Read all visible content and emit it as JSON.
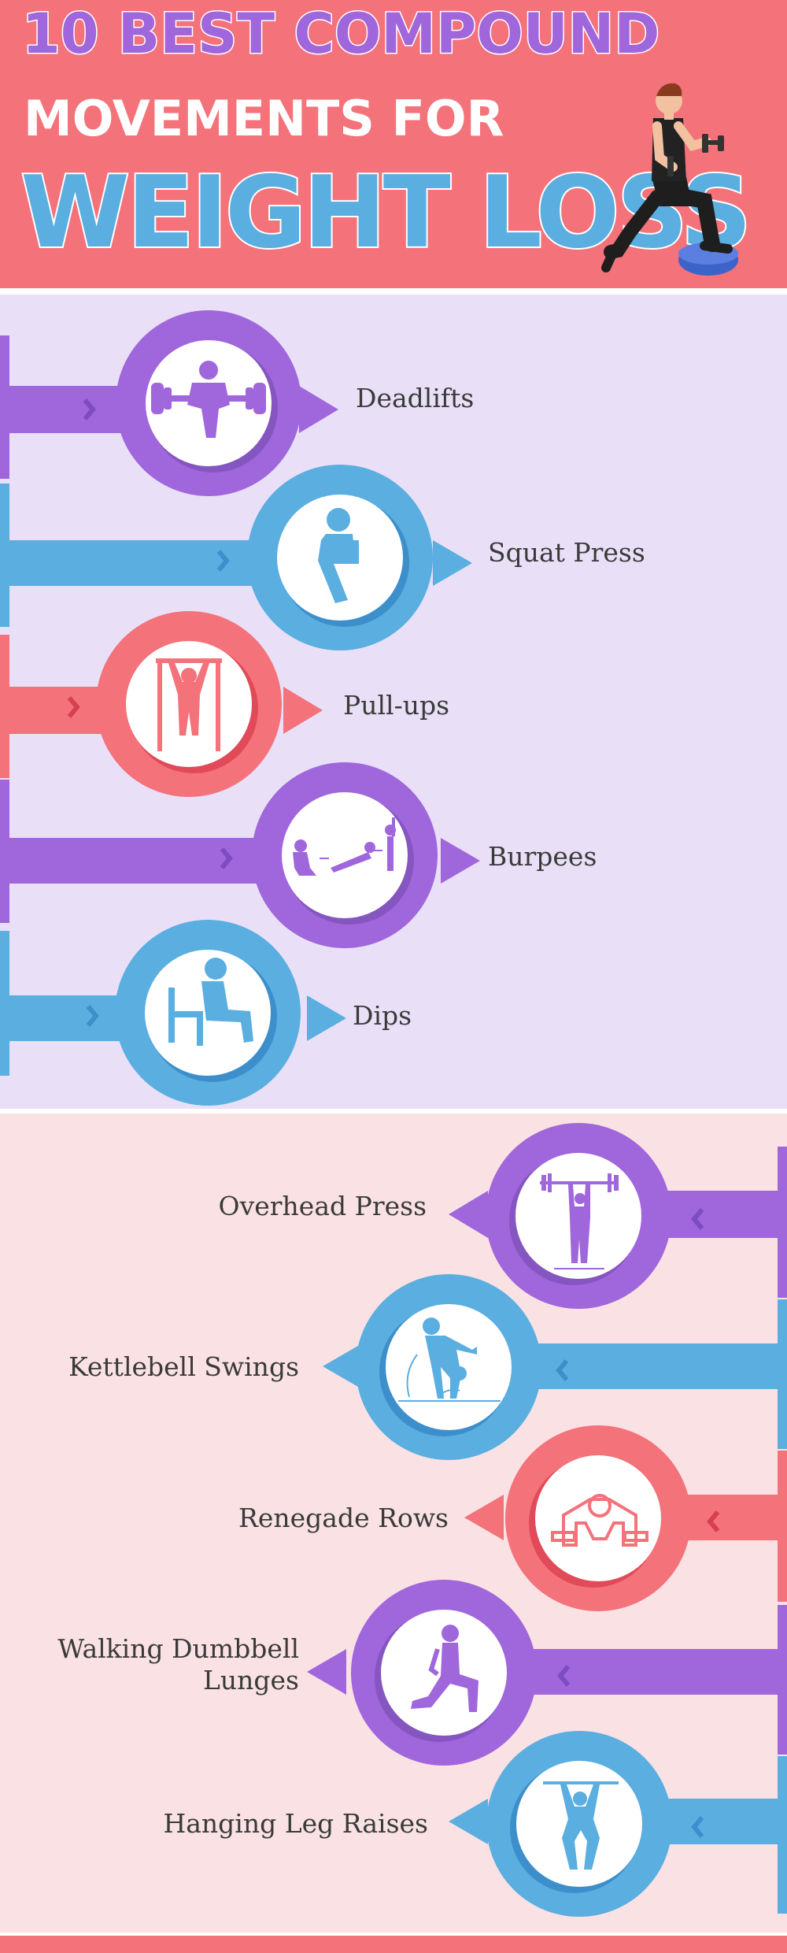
{
  "header": {
    "line1": "10 BEST COMPOUND",
    "line2": "MOVEMENTS FOR",
    "line3": "WEIGHT LOSS",
    "illustration_icon": "man-lunge-dumbbell-icon"
  },
  "colors": {
    "purple": "#a066dc",
    "blue": "#5aaee0",
    "coral": "#f4727a",
    "header_bg": "#f4727a",
    "top_section_bg": "#e9e0f8",
    "bottom_section_bg": "#fae2e4",
    "label_text": "#3a3a3a"
  },
  "section_a": [
    {
      "label": "Deadlifts",
      "icon": "deadlift-icon"
    },
    {
      "label": "Squat Press",
      "icon": "squat-icon"
    },
    {
      "label": "Pull-ups",
      "icon": "pull-up-icon"
    },
    {
      "label": "Burpees",
      "icon": "burpee-icon"
    },
    {
      "label": "Dips",
      "icon": "chair-dip-icon"
    }
  ],
  "section_b": [
    {
      "label": "Overhead Press",
      "icon": "overhead-press-icon"
    },
    {
      "label": "Kettlebell Swings",
      "icon": "kettlebell-swing-icon"
    },
    {
      "label": "Renegade Rows",
      "icon": "renegade-row-icon"
    },
    {
      "label": "Walking Dumbbell",
      "label2": "Lunges",
      "icon": "walking-lunge-icon"
    },
    {
      "label": "Hanging Leg Raises",
      "icon": "hanging-leg-raise-icon"
    }
  ]
}
